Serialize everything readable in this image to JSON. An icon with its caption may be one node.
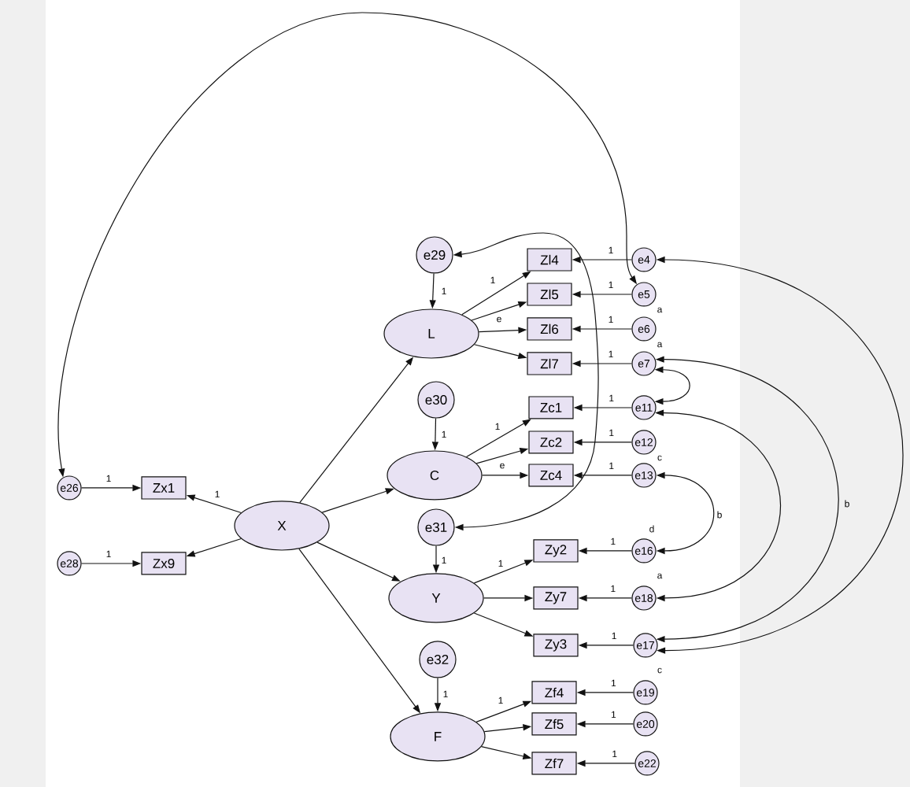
{
  "diagram": {
    "nodes": [
      {
        "text": [
          "e26"
        ]
      },
      {
        "text": [
          "Zx1"
        ]
      },
      {
        "text": [
          "e28"
        ]
      },
      {
        "text": [
          "Zx9"
        ]
      },
      {
        "text": [
          "X"
        ]
      },
      {
        "text": [
          "e29"
        ]
      },
      {
        "text": [
          "L"
        ]
      },
      {
        "text": [
          "Zl4"
        ]
      },
      {
        "text": [
          "Zl5"
        ]
      },
      {
        "text": [
          "Zl6"
        ]
      },
      {
        "text": [
          "Zl7"
        ]
      },
      {
        "text": [
          "e4"
        ]
      },
      {
        "text": [
          "e5"
        ]
      },
      {
        "text": [
          "e6"
        ]
      },
      {
        "text": [
          "e7"
        ]
      },
      {
        "text": [
          "e30"
        ]
      },
      {
        "text": [
          "C"
        ]
      },
      {
        "text": [
          "Zc1"
        ]
      },
      {
        "text": [
          "Zc2"
        ]
      },
      {
        "text": [
          "Zc4"
        ]
      },
      {
        "text": [
          "e11"
        ]
      },
      {
        "text": [
          "e12"
        ]
      },
      {
        "text": [
          "e13"
        ]
      },
      {
        "text": [
          "e31"
        ]
      },
      {
        "text": [
          "Y"
        ]
      },
      {
        "text": [
          "Zy2"
        ]
      },
      {
        "text": [
          "Zy7"
        ]
      },
      {
        "text": [
          "Zy3"
        ]
      },
      {
        "text": [
          "e16"
        ]
      },
      {
        "text": [
          "e18"
        ]
      },
      {
        "text": [
          "e17"
        ]
      },
      {
        "text": [
          "e32"
        ]
      },
      {
        "text": [
          "F"
        ]
      },
      {
        "text": [
          "Zf4"
        ]
      },
      {
        "text": [
          "Zf5"
        ]
      },
      {
        "text": [
          "Zf7"
        ]
      },
      {
        "text": [
          "e19"
        ]
      },
      {
        "text": [
          "e20"
        ]
      },
      {
        "text": [
          "e22"
        ]
      }
    ],
    "edges": [
      {
        "from": 4,
        "to": 1,
        "arrow": "to",
        "label": "1"
      },
      {
        "from": 4,
        "to": 3,
        "arrow": "to"
      },
      {
        "from": 0,
        "to": 1,
        "arrow": "to",
        "label": "1"
      },
      {
        "from": 2,
        "to": 3,
        "arrow": "to",
        "label": "1"
      },
      {
        "from": 4,
        "to": 6,
        "arrow": "to"
      },
      {
        "from": 4,
        "to": 16,
        "arrow": "to"
      },
      {
        "from": 4,
        "to": 24,
        "arrow": "to"
      },
      {
        "from": 4,
        "to": 32,
        "arrow": "to"
      },
      {
        "from": 5,
        "to": 6,
        "arrow": "to",
        "label": "1"
      },
      {
        "from": 6,
        "to": 7,
        "arrow": "to",
        "label": "1"
      },
      {
        "from": 6,
        "to": 8,
        "arrow": "to"
      },
      {
        "from": 6,
        "to": 9,
        "arrow": "to",
        "label": "e"
      },
      {
        "from": 6,
        "to": 10,
        "arrow": "to"
      },
      {
        "from": 11,
        "to": 7,
        "arrow": "to",
        "label": "1"
      },
      {
        "from": 12,
        "to": 8,
        "arrow": "to",
        "label": "1"
      },
      {
        "from": 13,
        "to": 9,
        "arrow": "to",
        "label": "1"
      },
      {
        "from": 14,
        "to": 10,
        "arrow": "to",
        "label": "1"
      },
      {
        "from": 15,
        "to": 16,
        "arrow": "to",
        "label": "1"
      },
      {
        "from": 16,
        "to": 17,
        "arrow": "to",
        "label": "1"
      },
      {
        "from": 16,
        "to": 18,
        "arrow": "to"
      },
      {
        "from": 16,
        "to": 19,
        "arrow": "to",
        "label": "e"
      },
      {
        "from": 20,
        "to": 17,
        "arrow": "to",
        "label": "1"
      },
      {
        "from": 21,
        "to": 18,
        "arrow": "to",
        "label": "1"
      },
      {
        "from": 22,
        "to": 19,
        "arrow": "to",
        "label": "1"
      },
      {
        "from": 23,
        "to": 24,
        "arrow": "to",
        "label": "1"
      },
      {
        "from": 24,
        "to": 25,
        "arrow": "to",
        "label": "1"
      },
      {
        "from": 24,
        "to": 26,
        "arrow": "to"
      },
      {
        "from": 24,
        "to": 27,
        "arrow": "to"
      },
      {
        "from": 28,
        "to": 25,
        "arrow": "to",
        "label": "1"
      },
      {
        "from": 29,
        "to": 26,
        "arrow": "to",
        "label": "1"
      },
      {
        "from": 30,
        "to": 27,
        "arrow": "to",
        "label": "1"
      },
      {
        "from": 31,
        "to": 32,
        "arrow": "to",
        "label": "1"
      },
      {
        "from": 32,
        "to": 33,
        "arrow": "to",
        "label": "1"
      },
      {
        "from": 32,
        "to": 34,
        "arrow": "to"
      },
      {
        "from": 32,
        "to": 35,
        "arrow": "to"
      },
      {
        "from": 36,
        "to": 33,
        "arrow": "to",
        "label": "1"
      },
      {
        "from": 37,
        "to": 34,
        "arrow": "to",
        "label": "1"
      },
      {
        "from": 38,
        "to": 35,
        "arrow": "to",
        "label": "1"
      },
      {
        "from": 0,
        "to": 12,
        "arrow": "both"
      },
      {
        "from": 5,
        "to": 23,
        "arrow": "both"
      },
      {
        "from": 11,
        "to": 30,
        "arrow": "both"
      },
      {
        "from": 14,
        "to": 30,
        "arrow": "both",
        "label": "b"
      },
      {
        "from": 14,
        "to": 20,
        "arrow": "both"
      },
      {
        "from": 20,
        "to": 29,
        "arrow": "both"
      },
      {
        "from": 22,
        "to": 28,
        "arrow": "both",
        "label": "b"
      }
    ],
    "labels": [
      "a",
      "a",
      "c",
      "d",
      "a",
      "c"
    ]
  }
}
